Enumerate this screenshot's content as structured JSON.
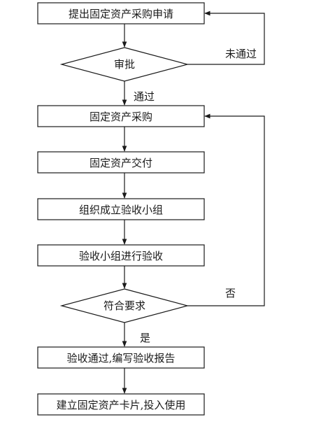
{
  "nodes": {
    "submit_request": "提出固定资产采购申请",
    "approval": "审批",
    "purchase": "固定资产采购",
    "delivery": "固定资产交付",
    "form_team": "组织成立验收小组",
    "team_inspect": "验收小组进行验收",
    "meets_requirements": "符合要求",
    "acceptance_report": "验收通过,编写验收报告",
    "create_asset_card": "建立固定资产卡片,投入使用"
  },
  "edge_labels": {
    "rejected": "未通过",
    "approved": "通过",
    "no": "否",
    "yes": "是"
  }
}
